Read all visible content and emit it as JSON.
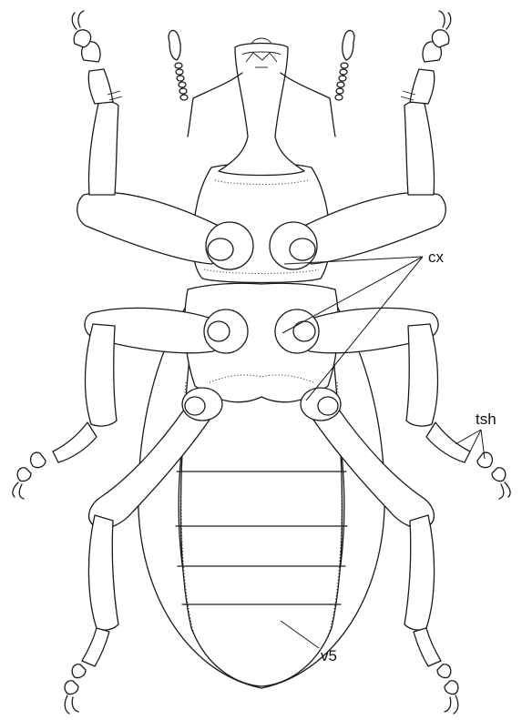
{
  "labels": {
    "coxae": "cx",
    "tarsal_setae": "tsh",
    "ventrite_5": "v5"
  },
  "colors": {
    "line": "#1a1a1a",
    "background": "#ffffff"
  }
}
